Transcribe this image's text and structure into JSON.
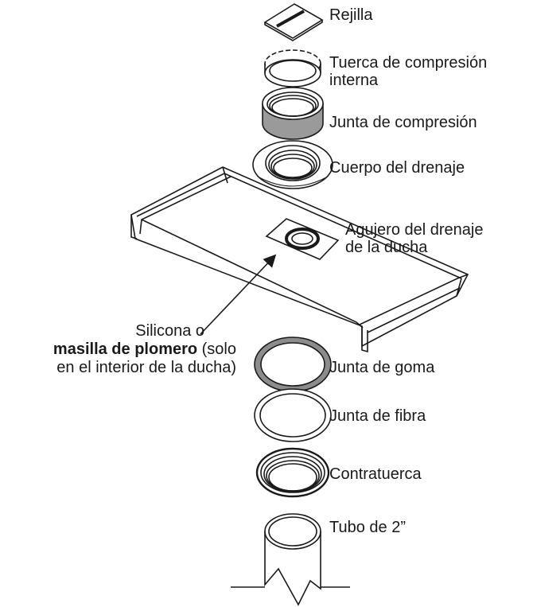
{
  "labels": {
    "grate": "Rejilla",
    "inner_nut_1": "Tuerca de compresión",
    "inner_nut_2": "interna",
    "compression_gasket": "Junta de compresión",
    "drain_body": "Cuerpo del drenaje",
    "drain_hole_1": "Agujero del drenaje",
    "drain_hole_2": "de la ducha",
    "note_1": "Silicona o",
    "note_2_bold": "masilla de plomero",
    "note_2_rest": " (solo",
    "note_3": "en el interior de la ducha)",
    "rubber_gasket": "Junta de goma",
    "fiber_gasket": "Junta de fibra",
    "locknut": "Contratuerca",
    "pipe": "Tubo de 2”"
  },
  "colors": {
    "line": "#1a1a1a",
    "gasket_gray": "#8c8c8c",
    "body_gray": "#b0b0b0"
  }
}
